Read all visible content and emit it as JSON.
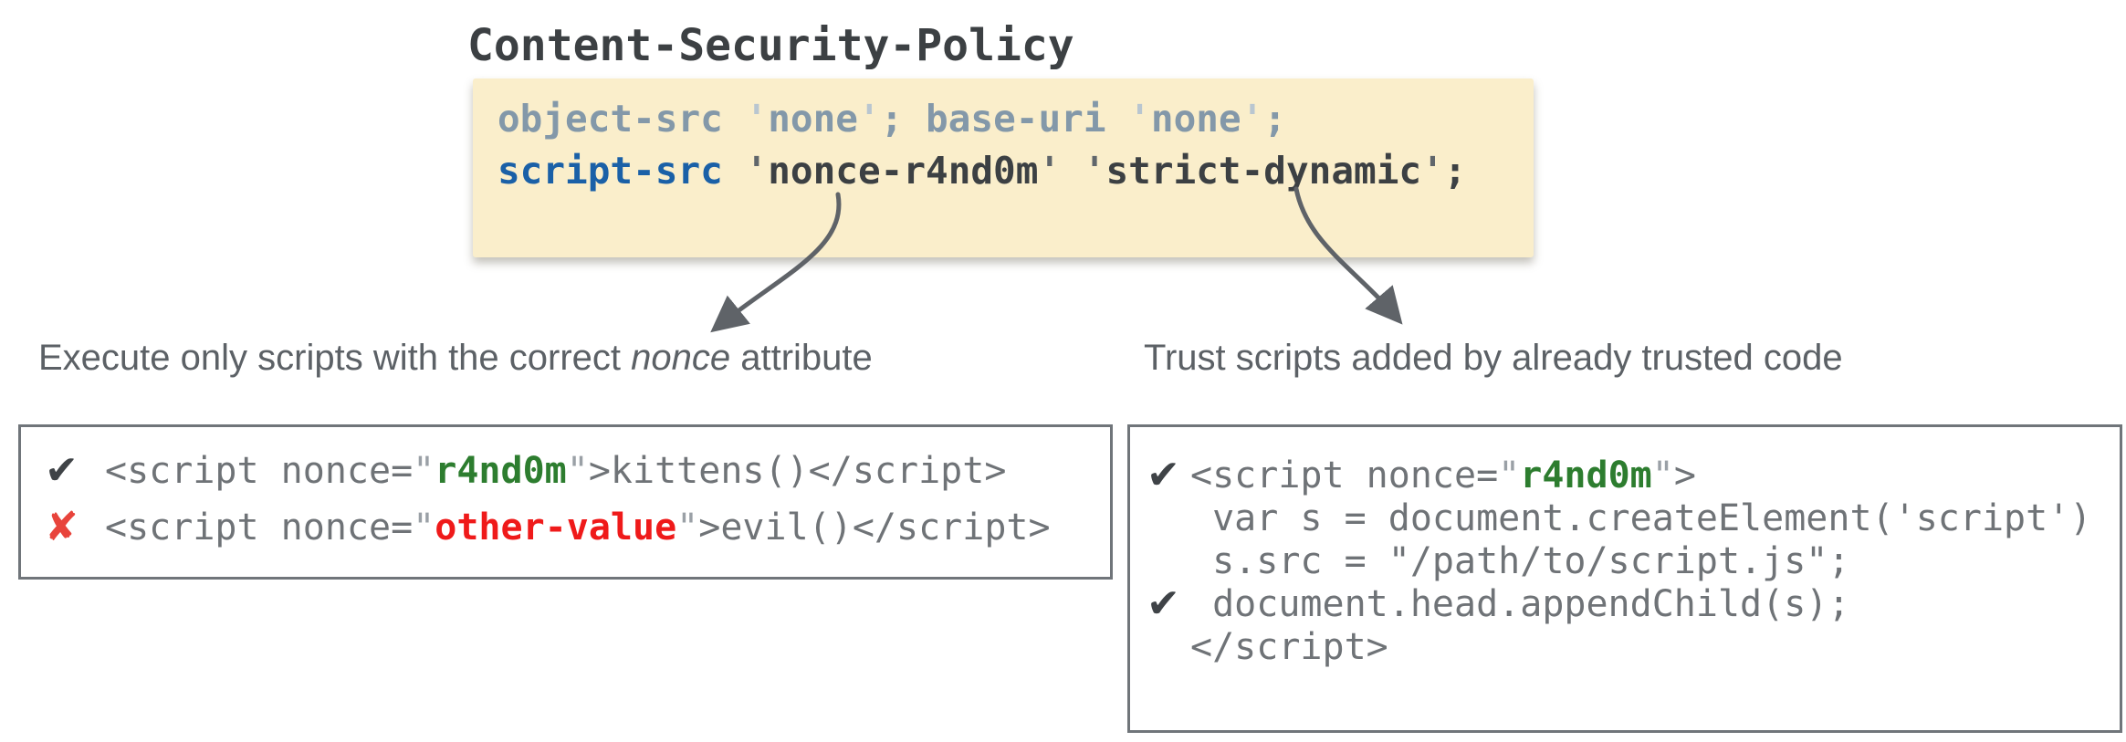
{
  "title": "Content-Security-Policy",
  "colors": {
    "background": "#ffffff",
    "policy_background": "#faeecb",
    "muted_directive": "#8398a9",
    "directive_blue": "#1a60a7",
    "dark_text": "#3c4043",
    "code_gray": "#6f7377",
    "quote_light_gray": "#9aa0a6",
    "value_green": "#2d7d2f",
    "value_red": "#ef1a1a",
    "check_dark": "#3f4347",
    "cross_red": "#e8443c",
    "caption_gray": "#5c6166",
    "arrow_gray": "#5f6368",
    "box_border": "#70757a"
  },
  "policy": {
    "lines": [
      {
        "segments": [
          {
            "text": "object-src ",
            "style": "muted"
          },
          {
            "text": "'",
            "style": "muted_quote"
          },
          {
            "text": "none",
            "style": "muted"
          },
          {
            "text": "'",
            "style": "muted_quote"
          },
          {
            "text": "; ",
            "style": "muted"
          },
          {
            "text": "base-uri ",
            "style": "muted"
          },
          {
            "text": "'",
            "style": "muted_quote"
          },
          {
            "text": "none",
            "style": "muted"
          },
          {
            "text": "'",
            "style": "muted_quote"
          },
          {
            "text": ";",
            "style": "muted"
          }
        ]
      },
      {
        "segments": [
          {
            "text": "script-src ",
            "style": "directive_blue"
          },
          {
            "text": "'",
            "style": "quote_gray"
          },
          {
            "text": "nonce-r4nd0m",
            "style": "value_dark"
          },
          {
            "text": "' '",
            "style": "quote_gray"
          },
          {
            "text": "strict-dynamic",
            "style": "value_dark"
          },
          {
            "text": "'",
            "style": "quote_gray"
          },
          {
            "text": ";",
            "style": "value_dark"
          }
        ]
      }
    ]
  },
  "left_branch": {
    "caption_segments": [
      {
        "text": "Execute only scripts with the correct ",
        "style": "plain"
      },
      {
        "text": "nonce",
        "style": "italic"
      },
      {
        "text": " attribute",
        "style": "plain"
      }
    ],
    "code_lines": [
      {
        "mark": "✔",
        "mark_style": "check",
        "segments": [
          {
            "text": "<script nonce=",
            "style": "code"
          },
          {
            "text": "\"",
            "style": "quote_light"
          },
          {
            "text": "r4nd0m",
            "style": "value_green"
          },
          {
            "text": "\"",
            "style": "quote_light"
          },
          {
            "text": ">kittens()</script>",
            "style": "code"
          }
        ]
      },
      {
        "mark": "✘",
        "mark_style": "cross",
        "segments": [
          {
            "text": "<script nonce=",
            "style": "code"
          },
          {
            "text": "\"",
            "style": "quote_light"
          },
          {
            "text": "other-value",
            "style": "value_red"
          },
          {
            "text": "\"",
            "style": "quote_light"
          },
          {
            "text": ">evil()</script>",
            "style": "code"
          }
        ]
      }
    ]
  },
  "right_branch": {
    "caption_segments": [
      {
        "text": "Trust scripts added by already trusted code",
        "style": "plain"
      }
    ],
    "code_lines": [
      {
        "mark": "✔",
        "mark_style": "check",
        "segments": [
          {
            "text": "<script nonce=",
            "style": "code"
          },
          {
            "text": "\"",
            "style": "quote_light"
          },
          {
            "text": "r4nd0m",
            "style": "value_green"
          },
          {
            "text": "\"",
            "style": "quote_light"
          },
          {
            "text": ">",
            "style": "code"
          }
        ]
      },
      {
        "mark": "",
        "mark_style": "",
        "segments": [
          {
            "text": " var s = document.createElement('script')",
            "style": "code"
          }
        ]
      },
      {
        "mark": "",
        "mark_style": "",
        "segments": [
          {
            "text": " s.src = \"/path/to/script.js\";",
            "style": "code"
          }
        ]
      },
      {
        "mark": "✔",
        "mark_style": "check",
        "segments": [
          {
            "text": " document.head.appendChild(s);",
            "style": "code"
          }
        ]
      },
      {
        "mark": "",
        "mark_style": "",
        "segments": [
          {
            "text": "</script>",
            "style": "code"
          }
        ]
      }
    ]
  }
}
